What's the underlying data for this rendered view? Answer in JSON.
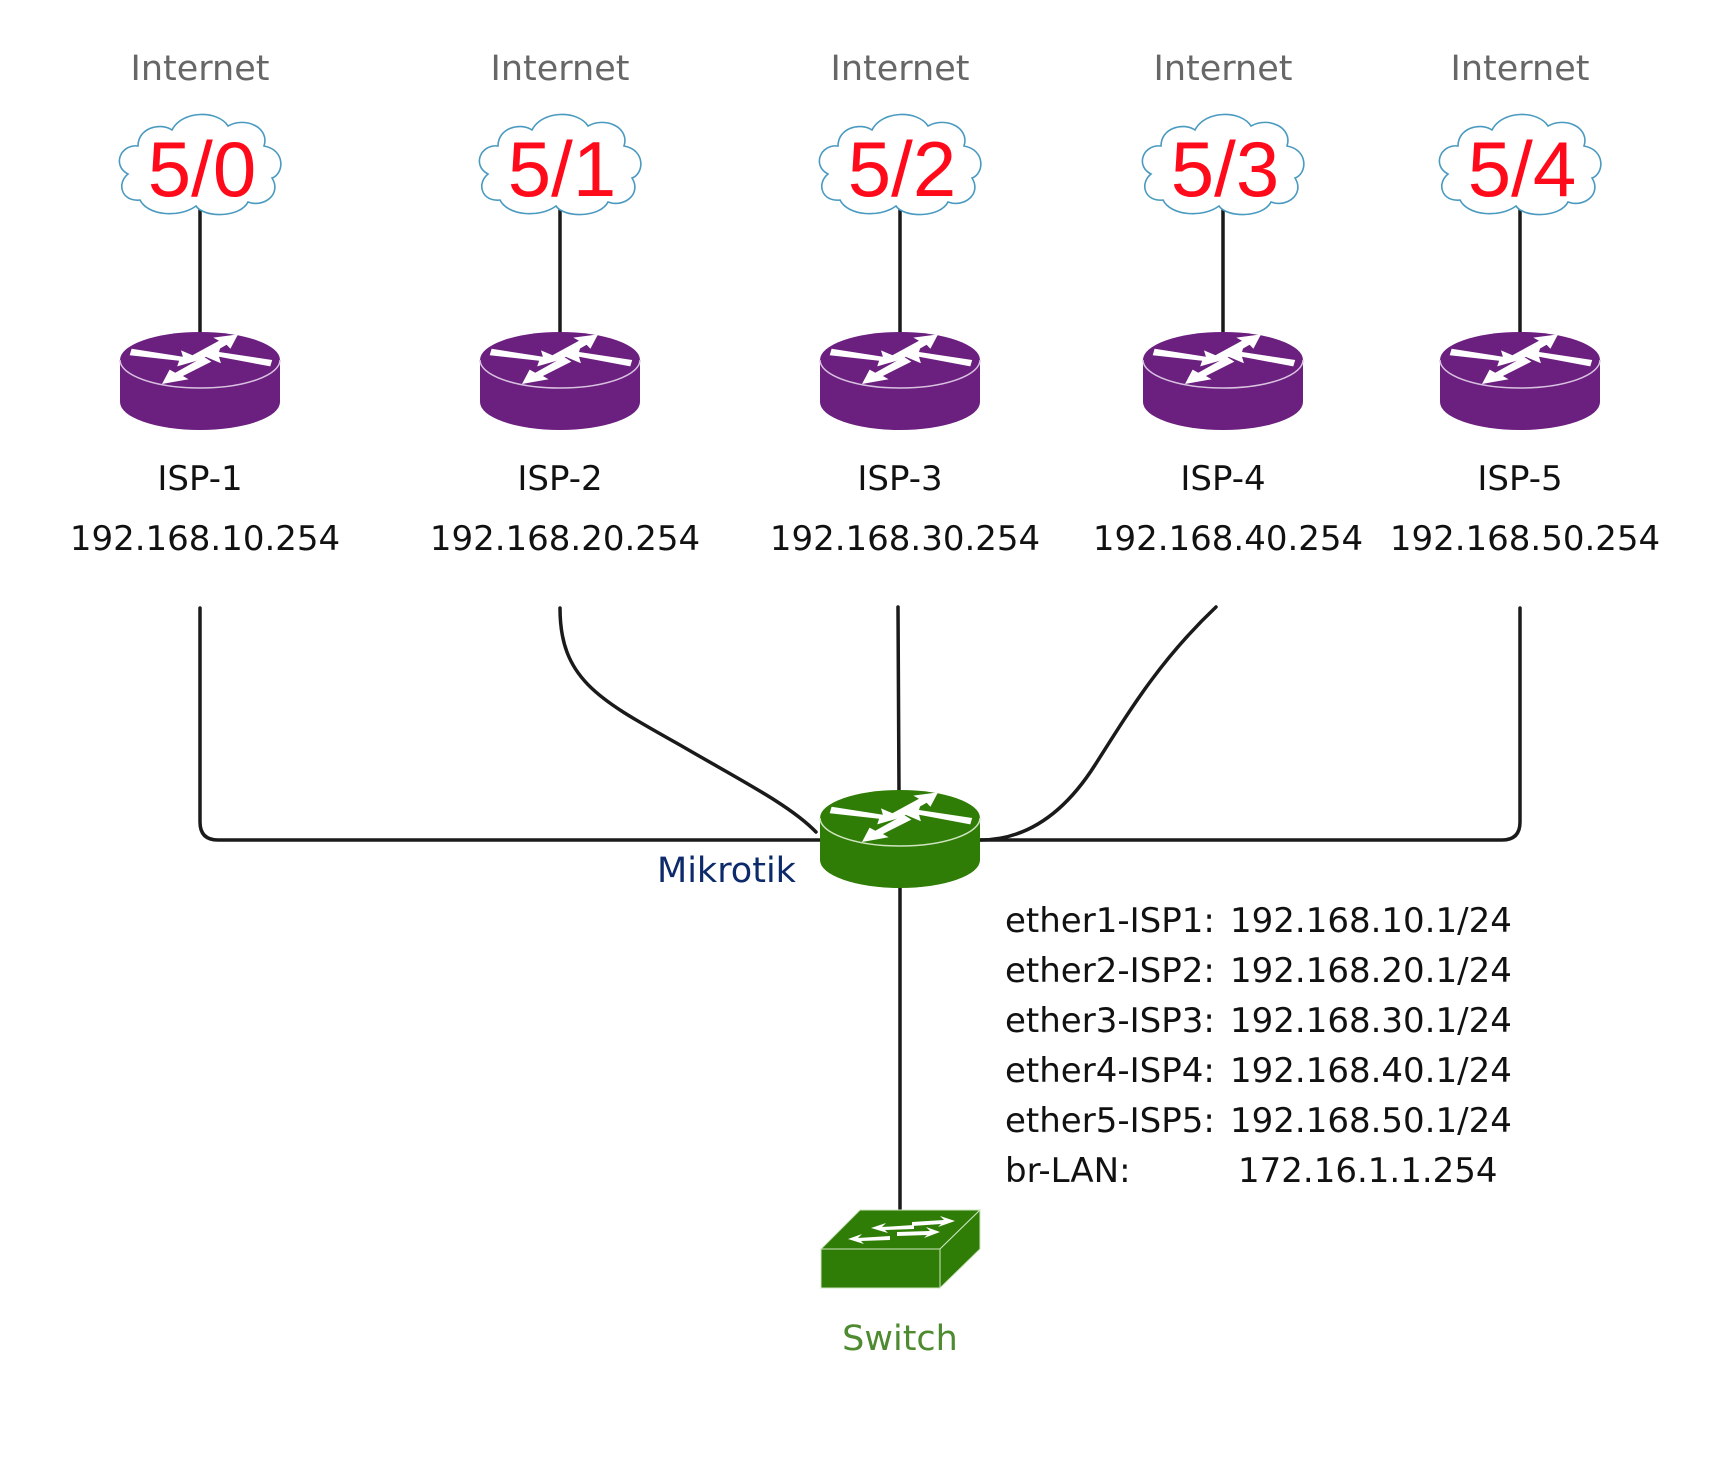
{
  "diagram": {
    "isps": [
      {
        "cloud_label": "Internet",
        "port": "5/0",
        "name": "ISP-1",
        "ip": "192.168.10.254"
      },
      {
        "cloud_label": "Internet",
        "port": "5/1",
        "name": "ISP-2",
        "ip": "192.168.20.254"
      },
      {
        "cloud_label": "Internet",
        "port": "5/2",
        "name": "ISP-3",
        "ip": "192.168.30.254"
      },
      {
        "cloud_label": "Internet",
        "port": "5/3",
        "name": "ISP-4",
        "ip": "192.168.40.254"
      },
      {
        "cloud_label": "Internet",
        "port": "5/4",
        "name": "ISP-5",
        "ip": "192.168.50.254"
      }
    ],
    "core_router": {
      "label": "Mikrotik"
    },
    "switch": {
      "label": "Switch"
    },
    "interfaces": [
      {
        "name": "ether1-ISP1:",
        "address": "192.168.10.1/24"
      },
      {
        "name": "ether2-ISP2:",
        "address": "192.168.20.1/24"
      },
      {
        "name": "ether3-ISP3:",
        "address": "192.168.30.1/24"
      },
      {
        "name": "ether4-ISP4:",
        "address": "192.168.40.1/24"
      },
      {
        "name": "ether5-ISP5:",
        "address": "192.168.50.1/24"
      },
      {
        "name": "br-LAN:",
        "address": "172.16.1.1.254"
      }
    ],
    "colors": {
      "isp_router": "#6b1f7f",
      "core_router": "#2f7d06",
      "switch": "#2f7d06",
      "port_label": "#ff0a1a",
      "cloud_outline": "#4a9ac0"
    }
  }
}
